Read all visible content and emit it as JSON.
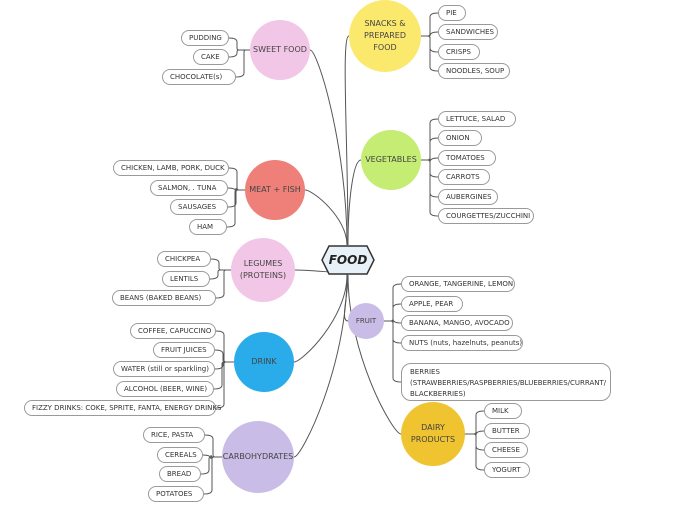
{
  "central_topic": "FOOD",
  "branches": [
    {
      "id": "snacks",
      "label": "SNACKS &\nPREPARED\nFOOD",
      "color": "#fbe96e",
      "items": [
        "PIE",
        "SANDWICHES",
        "CRISPS",
        "NOODLES, SOUP"
      ]
    },
    {
      "id": "vegetables",
      "label": "VEGETABLES",
      "color": "#c5ec73",
      "items": [
        "LETTUCE, SALAD",
        "ONION",
        "TOMATOES",
        "CARROTS",
        "AUBERGINES",
        "COURGETTES/ZUCCHINI"
      ]
    },
    {
      "id": "fruit",
      "label": "FRUIT",
      "color": "#c9bce6",
      "items": [
        "ORANGE, TANGERINE, LEMON",
        "APPLE, PEAR",
        "BANANA, MANGO, AVOCADO",
        "NUTS (nuts, hazelnuts, peanuts)",
        "BERRIES (STRAWBERRIES/RASPBERRIES/BLUEBERRIES/CURRANT/ BLACKBERRIES)"
      ]
    },
    {
      "id": "dairy",
      "label": "DAIRY\nPRODUCTS",
      "color": "#f0c330",
      "items": [
        "MILK",
        "BUTTER",
        "CHEESE",
        "YOGURT"
      ]
    },
    {
      "id": "sweet",
      "label": "SWEET FOOD",
      "color": "#f2c6e6",
      "items": [
        "PUDDING",
        "CAKE",
        "CHOCOLATE(s)"
      ]
    },
    {
      "id": "meat",
      "label": "MEAT + FISH",
      "color": "#ee8079",
      "items": [
        "CHICKEN, LAMB, PORK, DUCK",
        "SALMON, . TUNA",
        "SAUSAGES",
        "HAM"
      ]
    },
    {
      "id": "legumes",
      "label": "LEGUMES\n(PROTEINS)",
      "color": "#f2c6e6",
      "items": [
        "CHICKPEA",
        "LENTILS",
        "BEANS (BAKED BEANS)"
      ]
    },
    {
      "id": "drink",
      "label": "DRINK",
      "color": "#2aabea",
      "items": [
        "COFFEE, CAPUCCINO",
        "FRUIT JUICES",
        "WATER (still or sparkling)",
        "ALCOHOL (BEER, WINE)",
        "FIZZY DRINKS: COKE, SPRITE, FANTA, ENERGY DRINKS"
      ]
    },
    {
      "id": "carbs",
      "label": "CARBOHYDRATES",
      "color": "#c9bce6",
      "items": [
        "RICE, PASTA",
        "CEREALS",
        "BREAD",
        "POTATOES"
      ]
    }
  ]
}
